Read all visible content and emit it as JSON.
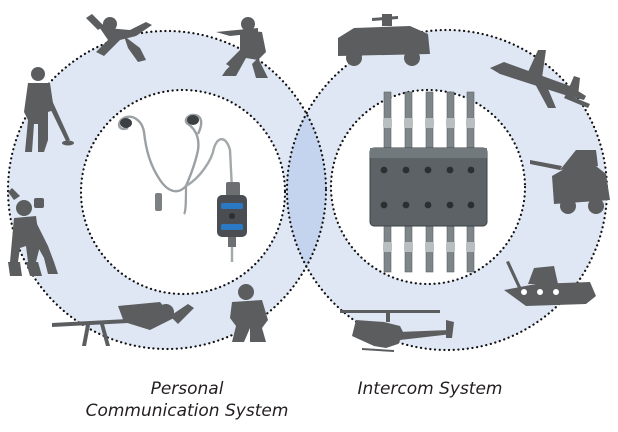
{
  "captions": {
    "personal_line1": "Personal",
    "personal_line2": "Communication System",
    "intercom": "Intercom System"
  },
  "colors": {
    "ring_fill": "#dfe7f4",
    "overlap_fill": "#c4d4ee",
    "inner_fill": "#ffffff",
    "dots": "#111111",
    "silhouette": "#5b5d5f"
  },
  "icons": {
    "left_ring": [
      "skydiver-icon",
      "rifleman-kneeling-icon",
      "metal-detector-soldier-icon",
      "scuba-diver-icon",
      "prone-sniper-icon",
      "kneeling-soldier-icon"
    ],
    "right_ring": [
      "humvee-icon",
      "cargo-plane-icon",
      "armored-vehicle-icon",
      "patrol-boat-icon",
      "helicopter-icon"
    ],
    "left_center": "earpiece-headset-icon",
    "right_center": "intercom-junction-box-icon"
  }
}
